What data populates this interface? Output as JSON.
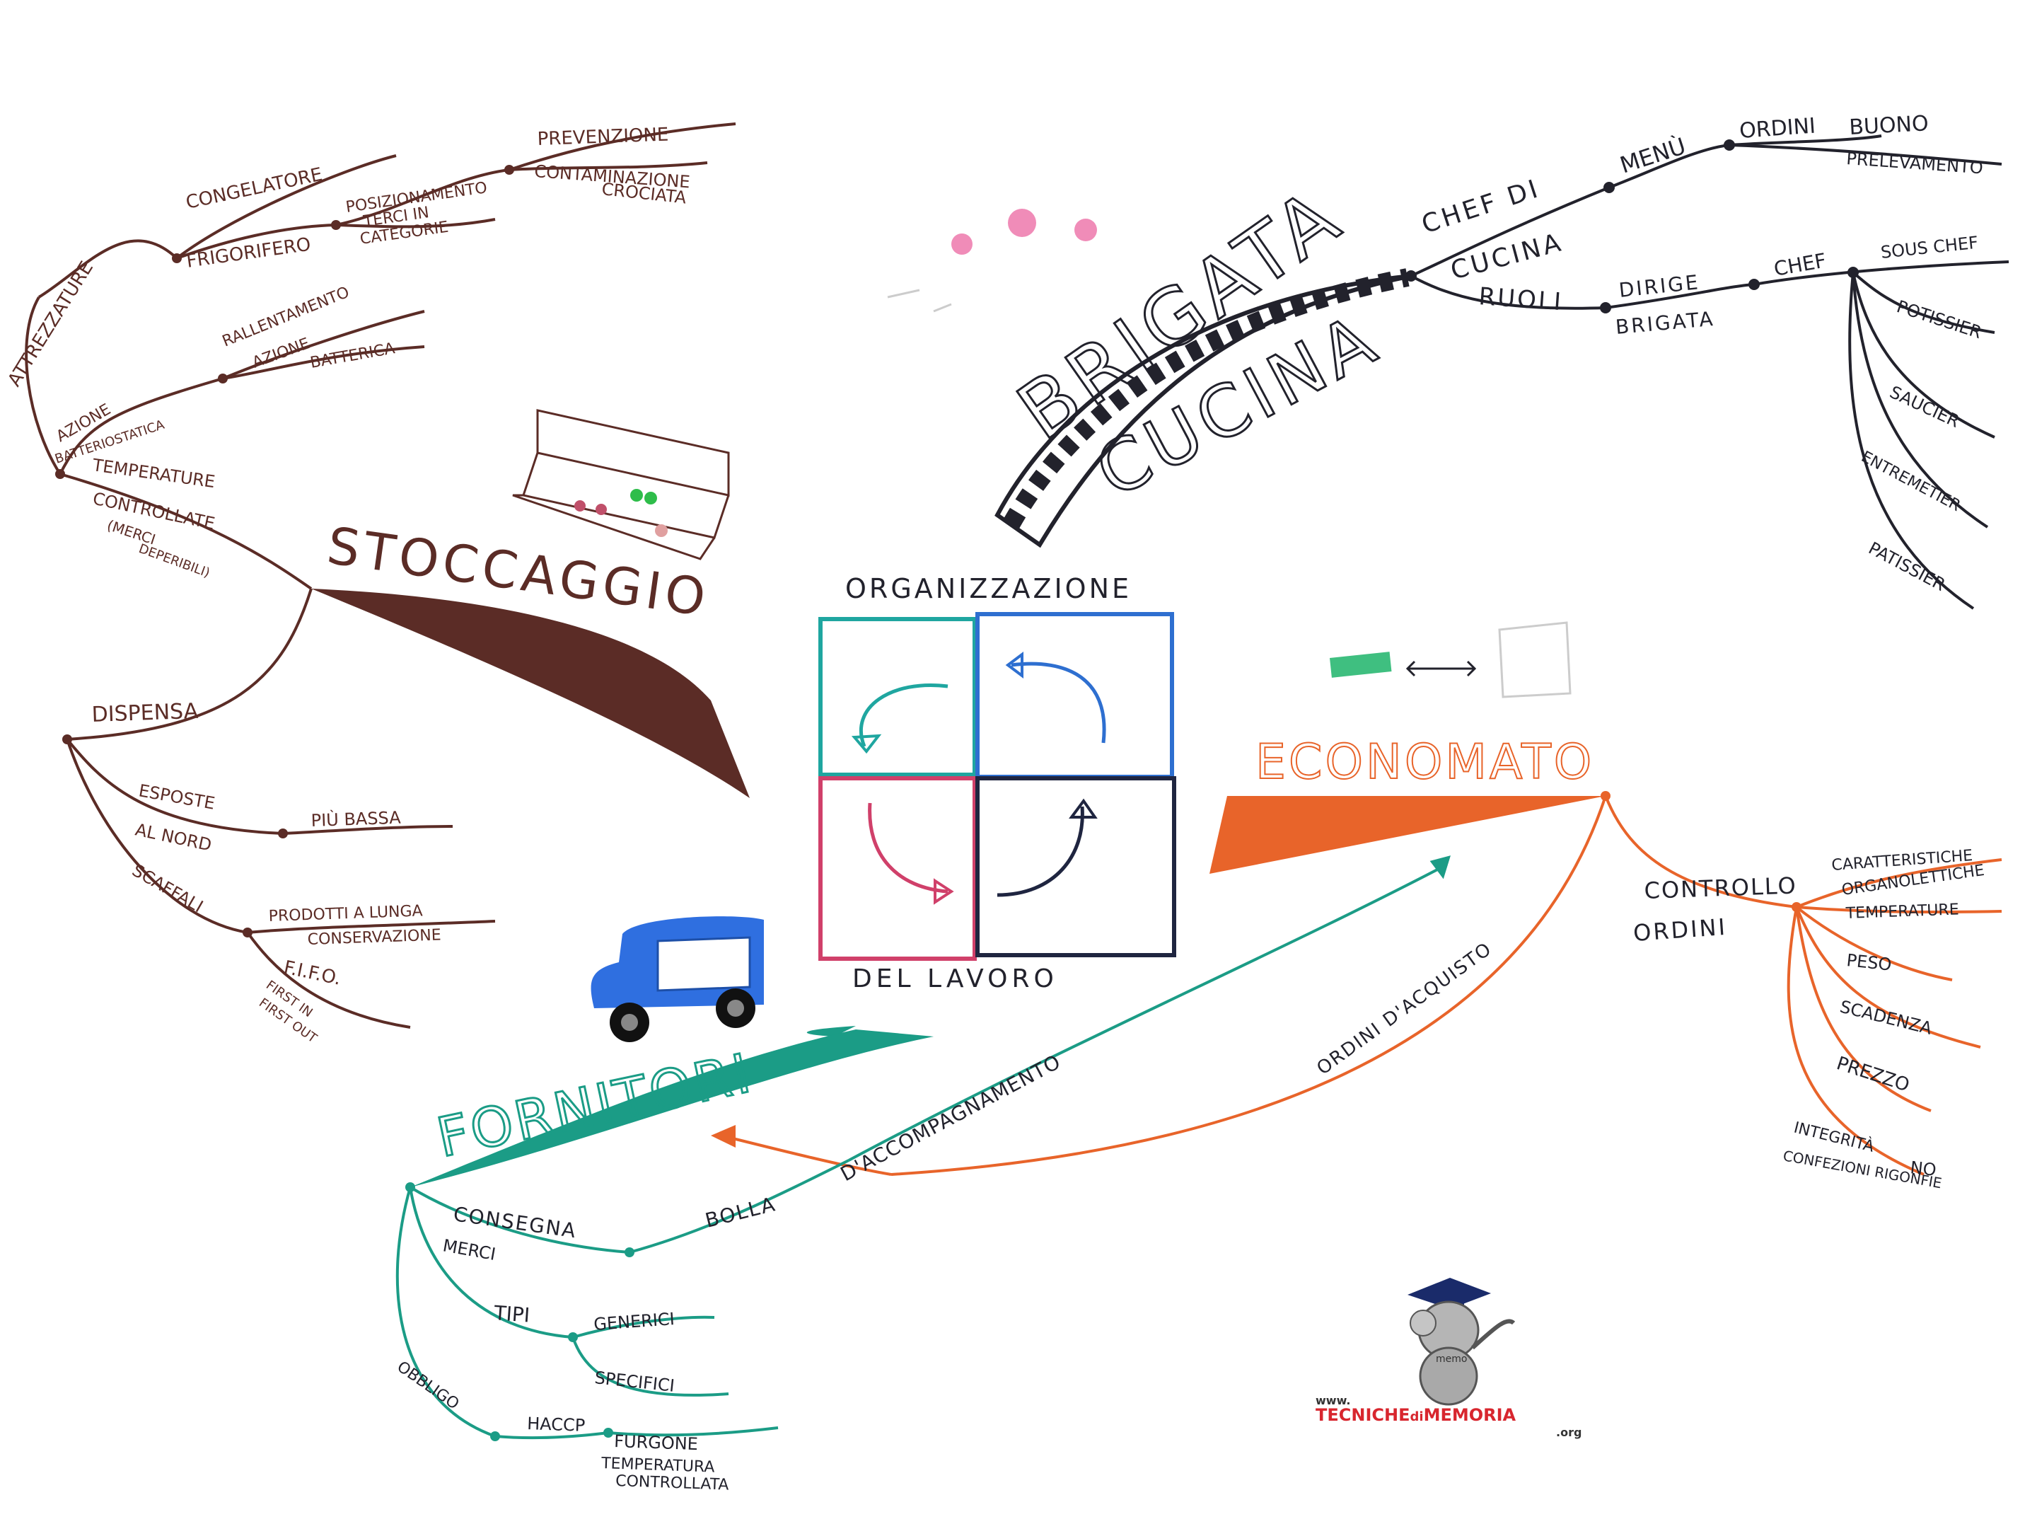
{
  "center": {
    "top_label": "ORGANIZZAZIONE",
    "bottom_label": "DEL LAVORO"
  },
  "branches": {
    "stoccaggio": {
      "title": "STOCCAGGIO",
      "color": "#5b2c26",
      "attrezzature": "ATTREZZATURE",
      "congelatore": "CONGELATORE",
      "frigorifero": "FRIGORIFERO",
      "posizionamento": "POSIZIONAMENTO",
      "terci_in_categorie": [
        "TERCI IN",
        "CATEGORIE"
      ],
      "prevenzione": "PREVENZIONE",
      "contaminazione_crociata": [
        "CONTAMINAZIONE",
        "CROCIATA"
      ],
      "azione_batteriostatica": [
        "AZIONE",
        "BATTERIOSTATICA"
      ],
      "rallentamento_azione_batterica": [
        "RALLENTAMENTO",
        "AZIONE",
        "BATTERICA"
      ],
      "temperature_controllate": [
        "TEMPERATURE",
        "CONTROLLATE",
        "(MERCI",
        "DEPERIBILI)"
      ],
      "dispensa": "DISPENSA",
      "esposte_al_nord": [
        "ESPOSTE",
        "AL NORD"
      ],
      "piu_bassa": "PIÙ BASSA",
      "scaffali": "SCAFFALI",
      "prodotti_lunga_conservazione": [
        "PRODOTTI A LUNGA",
        "CONSERVAZIONE"
      ],
      "fifo": [
        "F.I.F.O.",
        "FIRST IN",
        "FIRST OUT"
      ]
    },
    "brigata": {
      "title": [
        "BRIGATA",
        "CUCINA"
      ],
      "color": "#22222c",
      "chef_di_cucina": [
        "CHEF DI",
        "CUCINA"
      ],
      "menu": "MENÙ",
      "ordini": "ORDINI",
      "buono": "BUONO",
      "prelevamento": "PRELEVAMENTO",
      "ruoli": "RUOLI",
      "dirige_brigata": [
        "DIRIGE",
        "BRIGATA"
      ],
      "chef": "CHEF",
      "sous_chef": "SOUS CHEF",
      "roles": [
        "POTISSIER",
        "SAUCIER",
        "ENTREMETIER",
        "PATISSIER"
      ]
    },
    "economato": {
      "title": "ECONOMATO",
      "color": "#e8642a",
      "controllo_ordini": [
        "CONTROLLO",
        "ORDINI"
      ],
      "checks": [
        "CARATTERISTICHE",
        "ORGANOLETTICHE",
        "TEMPERATURE",
        "PESO",
        "SCADENZA",
        "PREZZO",
        "INTEGRITÀ",
        "NO",
        "CONFEZIONI RIGONFIE"
      ],
      "ordini_acquisto": "ORDINI D'ACQUISTO"
    },
    "fornitori": {
      "title": "FORNITORI",
      "color": "#1b9c86",
      "consegna_merci": [
        "CONSEGNA",
        "MERCI"
      ],
      "bolla": "BOLLA",
      "accompagnamento": "D'ACCOMPAGNAMENTO",
      "tipi": "TIPI",
      "generici": "GENERICI",
      "specifici": "SPECIFICI",
      "obbligo": "OBBLIGO",
      "haccp": "HACCP",
      "furgone": "FURGONE",
      "temperatura_controllata": [
        "TEMPERATURA",
        "CONTROLLATA"
      ]
    }
  },
  "logo": {
    "prefix": "www.",
    "word1": "TECNICHE",
    "word2": "di",
    "word3": "MEMORIA",
    "suffix": ".org",
    "mascot_tag": "memo"
  }
}
